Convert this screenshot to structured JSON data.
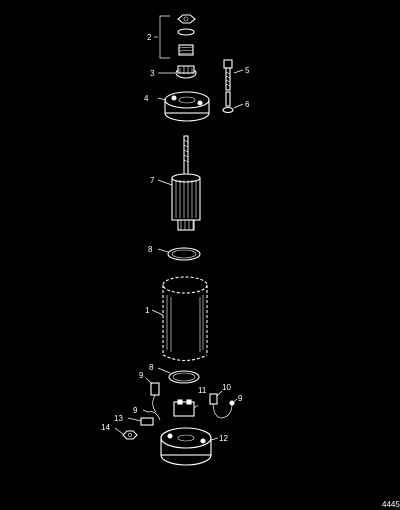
{
  "diagram": {
    "callouts": {
      "c2": "2",
      "c3": "3",
      "c4": "4",
      "c5": "5",
      "c6": "6",
      "c7": "7",
      "c8a": "8",
      "c1": "1",
      "c8b": "8",
      "c9a": "9",
      "c9b": "9",
      "c11": "11",
      "c10": "10",
      "c9c": "9",
      "c13": "13",
      "c14": "14",
      "c12": "12"
    },
    "figure_id": "4445"
  }
}
